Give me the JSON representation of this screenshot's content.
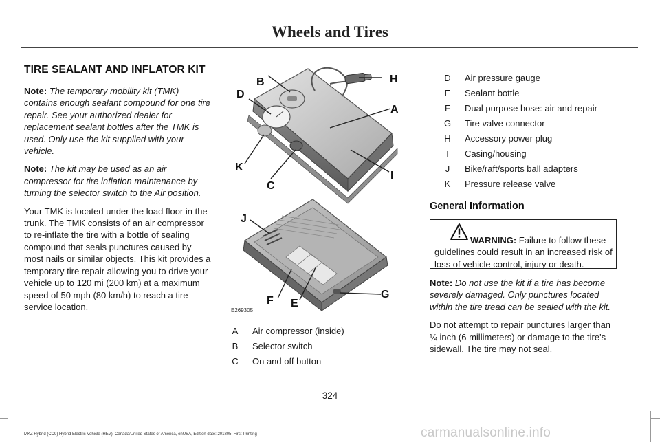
{
  "header": {
    "title": "Wheels and Tires"
  },
  "left": {
    "title": "TIRE SEALANT AND INFLATOR KIT",
    "note1_label": "Note:",
    "note1_text": "The temporary mobility kit (TMK) contains enough sealant compound for one tire repair. See your authorized dealer for replacement sealant bottles after the TMK is used. Only use the kit supplied with your vehicle.",
    "note2_label": "Note:",
    "note2_text": "The kit may be used as an air compressor for tire inflation maintenance by turning the selector switch to the Air position.",
    "body": "Your TMK is located under the load floor in the trunk. The TMK consists of an air compressor to re-inflate the tire with a bottle of sealing compound that seals punctures caused by most nails or similar objects. This kit provides a temporary tire repair allowing you to drive your vehicle up to 120 mi (200 km) at a maximum speed of 50 mph (80 km/h) to reach a tire service location."
  },
  "figure": {
    "code": "E269305",
    "callouts": [
      "B",
      "H",
      "D",
      "A",
      "K",
      "I",
      "C",
      "J",
      "G",
      "F",
      "E"
    ],
    "colors": {
      "body": "#9a9a9a",
      "dark": "#5e5e5e",
      "light": "#d6d6d6"
    }
  },
  "legend_middle": [
    {
      "key": "A",
      "text": "Air compressor (inside)"
    },
    {
      "key": "B",
      "text": "Selector switch"
    },
    {
      "key": "C",
      "text": "On and off button"
    }
  ],
  "legend_right": [
    {
      "key": "D",
      "text": "Air pressure gauge"
    },
    {
      "key": "E",
      "text": "Sealant bottle"
    },
    {
      "key": "F",
      "text": "Dual purpose hose: air and repair"
    },
    {
      "key": "G",
      "text": "Tire valve connector"
    },
    {
      "key": "H",
      "text": "Accessory power plug"
    },
    {
      "key": "I",
      "text": "Casing/housing"
    },
    {
      "key": "J",
      "text": "Bike/raft/sports ball adapters"
    },
    {
      "key": "K",
      "text": "Pressure release valve"
    }
  ],
  "right": {
    "subtitle": "General Information",
    "warning_label": "WARNING:",
    "warning_text": "Failure to follow these guidelines could result in an increased risk of loss of vehicle control, injury or death.",
    "note_label": "Note:",
    "note_text": "Do not use the kit if a tire has become severely damaged. Only punctures located within the tire tread can be sealed with the kit.",
    "body": "Do not attempt to repair punctures larger than ¼ inch (6 millimeters) or damage to the tire's sidewall. The tire may not seal."
  },
  "page_number": "324",
  "footer": "MKZ Hybrid (CC9) Hybrid Electric Vehicle (HEV), Canada/United States of America, enUSA, Edition date: 201805, First-Printing",
  "watermark": "carmanualsonline.info"
}
